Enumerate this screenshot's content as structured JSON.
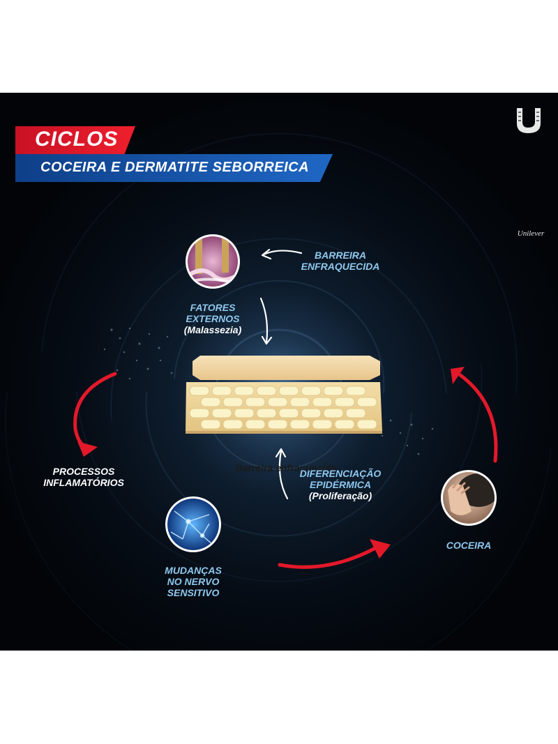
{
  "title": "CICLOS",
  "subtitle": "COCEIRA E DERMATITE SEBORREICA",
  "brand": {
    "name": "Unilever",
    "color": "#1f4fa3"
  },
  "colors": {
    "accent_red": "#e3192a",
    "label_blue": "#8fc8ee",
    "banner_blue": "#1a5cb8",
    "skin": "#f3d9a4"
  },
  "barrier_label": "Barreira enfraquecida",
  "nodes": {
    "barreira": {
      "line1": "BARREIRA",
      "line2": "ENFRAQUECIDA"
    },
    "fatores": {
      "line1": "FATORES",
      "line2": "EXTERNOS",
      "line3": "(Malassezia)",
      "icon": "malassezia-micrograph-icon"
    },
    "processos": {
      "line1": "PROCESSOS",
      "line2": "INFLAMATÓRIOS"
    },
    "mudancas": {
      "line1": "MUDANÇAS",
      "line2": "NO NERVO",
      "line3": "SENSITIVO",
      "icon": "nerve-cells-icon"
    },
    "diferenciacao": {
      "line1": "DIFERENCIAÇÃO",
      "line2": "EPIDÉRMICA",
      "line3": "(Proliferação)"
    },
    "coceira": {
      "line1": "COCEIRA",
      "icon": "scratching-head-icon"
    }
  }
}
